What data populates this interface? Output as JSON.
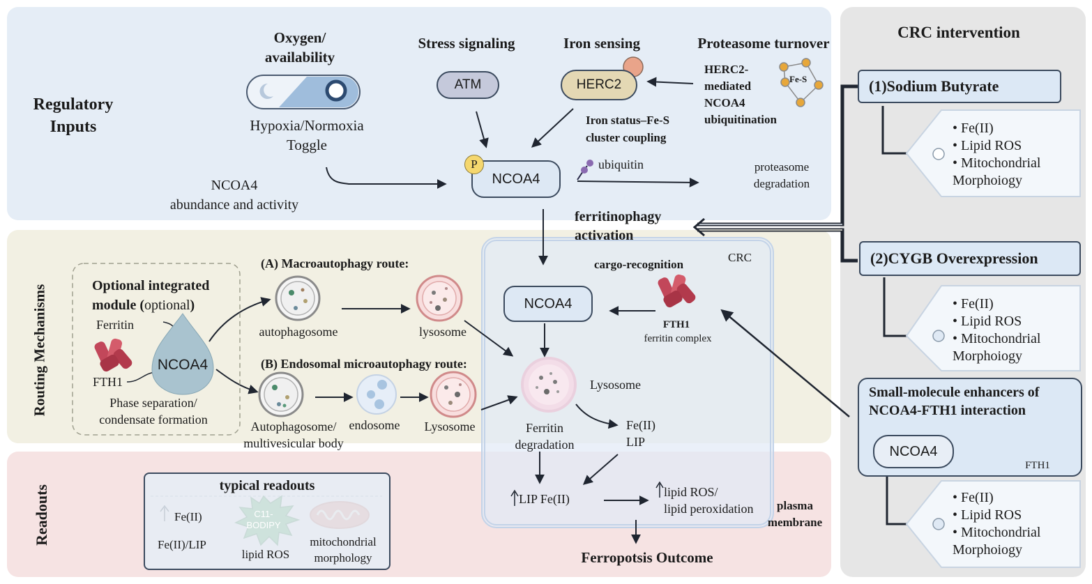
{
  "regulatory": {
    "title": "Regulatory\nInputs",
    "oxygen_title": "Oxygen/\navailability",
    "toggle_label": "Hypoxia/Normoxia\nToggle",
    "ncoa4_abundance": "NCOA4\nabundance and activity",
    "stress_title": "Stress signaling",
    "atm": "ATM",
    "iron_title": "Iron sensing",
    "herc2": "HERC2",
    "iron_status": "Iron status–Fe-S\ncluster coupling",
    "proteasome_title": "Proteasome turnover",
    "herc2_mediated": "HERC2-\nmediated\nNCOA4\nubiquitination",
    "fes": "Fe-S",
    "phospho": "P",
    "ncoa4_center": "NCOA4",
    "ubiquitin": "ubiquitin",
    "proteasome_deg": "proteasome\ndegradation"
  },
  "ferritinophagy": "ferritinophagy\nactivation",
  "routing": {
    "title": "Routing Mechanisms",
    "module_title": "Optional integrated module (",
    "module_optional": "optional",
    "module_close": ")",
    "ferritin": "Ferritin",
    "fth1": "FTH1",
    "ncoa4_drop": "NCOA4",
    "phase": "Phase separation/\ncondensate formation",
    "route_a": "(A) Macroautophagy route:",
    "route_b": "(B) Endosomal microautophagy route:",
    "autophagosome": "autophagosome",
    "lysosome_a": "lysosome",
    "autophagosome_mvb": "Autophagosome/\nmultivesicular body",
    "endosome": "endosome",
    "lysosome_b": "Lysosome"
  },
  "crc": {
    "label": "CRC",
    "ncoa4": "NCOA4",
    "cargo": "cargo-recognition",
    "fth1": "FTH1",
    "ferritin_complex": "ferritin complex",
    "lysosome": "Lysosome",
    "ferritin_deg": "Ferritin\ndegradation",
    "fe_lip": "Fe(II)\nLIP",
    "lip_fe": "LIP Fe(II)",
    "lipid_ros": "lipid ROS/\nlipid peroxidation",
    "plasma": "plasma\nmembrane",
    "outcome": "Ferropotsis Outcome"
  },
  "readouts": {
    "title": "Readouts",
    "box_title": "typical readouts",
    "fe2": "Fe(II)",
    "fe_lip": "Fe(II)/LIP",
    "c11": "C11-\nBODIPY",
    "lipid_ros": "lipid ROS",
    "mito": "mitochondrial\nmorphology"
  },
  "intervention": {
    "title": "CRC intervention",
    "items": [
      {
        "name": "(1)Sodium Butyrate",
        "bullets": [
          "Fe(II)",
          "Lipid ROS",
          "Mitochondrial\nMorphoiogy"
        ]
      },
      {
        "name": "(2)CYGB Overexpression",
        "bullets": [
          "Fe(II)",
          "Lipid ROS",
          "Mitochondrial\nMorphoiogy"
        ]
      },
      {
        "name": "Small-molecule enhancers of\nNCOA4-FTH1 interaction",
        "bullets": [
          "Fe(II)",
          "Lipid ROS",
          "Mitochondrial\nMorphoiogy"
        ]
      }
    ],
    "ncoa4": "NCOA4",
    "fth1": "FTH1"
  },
  "colors": {
    "regulatory_bg": "#e5edf6",
    "routing_bg": "#f2f0e3",
    "readouts_bg": "#f6e3e3",
    "intervention_bg": "#e6e6e6"
  }
}
